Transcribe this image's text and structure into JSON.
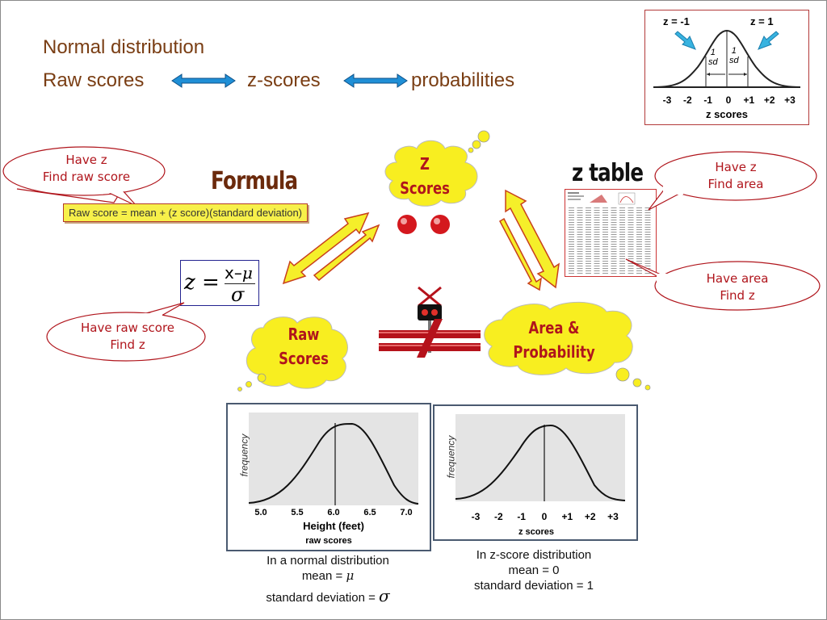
{
  "header": {
    "title": "Normal distribution",
    "subtitle_raw": "Raw scores",
    "subtitle_z": "z-scores",
    "subtitle_prob": "probabilities"
  },
  "formula": {
    "title": "Formula",
    "box_text": "Raw score  =   mean + (z score)(standard deviation)",
    "z_lhs": "z =",
    "numerator_x": "x",
    "numerator_minus": "–",
    "numerator_mu": "μ",
    "denominator": "σ"
  },
  "ztable": {
    "title": "z table"
  },
  "callouts": {
    "have_z_raw": [
      "Have z",
      "Find raw score"
    ],
    "have_z_area": [
      "Have z",
      "Find area"
    ],
    "have_area_z": [
      "Have area",
      "Find z"
    ],
    "have_raw_z": [
      "Have raw score",
      "Find z"
    ]
  },
  "clouds": {
    "z": [
      "Z",
      "Scores"
    ],
    "raw": [
      "Raw",
      "Scores"
    ],
    "area": [
      "Area &",
      "Probability"
    ]
  },
  "top_plot": {
    "z_left": "z = -1",
    "z_right": "z = 1",
    "sd_left": "1\nsd",
    "sd_right": "1\nsd",
    "ticks": [
      "-3",
      "-2",
      "-1",
      "0",
      "+1",
      "+2",
      "+3"
    ],
    "xlabel": "z scores"
  },
  "raw_plot": {
    "ylabel": "frequency",
    "ticks": [
      "5.0",
      "5.5",
      "6.0",
      "6.5",
      "7.0"
    ],
    "xlabel": "Height (feet)",
    "caption_tag": "raw scores"
  },
  "z_plot": {
    "ylabel": "frequency",
    "ticks": [
      "-3",
      "-2",
      "-1",
      "0",
      "+1",
      "+2",
      "+3"
    ],
    "caption_tag": "z scores"
  },
  "captions": {
    "left_line1": "In a normal distribution",
    "left_line2": "mean = ",
    "left_mu": "μ",
    "left_line3": "standard deviation = ",
    "left_sigma": "σ",
    "right_line1": "In z-score distribution",
    "right_line2": "mean = 0",
    "right_line3": "standard deviation = 1"
  },
  "colors": {
    "title": "#7a3e14",
    "callout_border": "#b0151c",
    "cloud_fill": "#f8ee20",
    "arrow_fill": "#f5ef2a",
    "arrow_stroke": "#c8401c",
    "bi_arrow": "#1f8fd6",
    "not_equal": "#b5121b"
  }
}
